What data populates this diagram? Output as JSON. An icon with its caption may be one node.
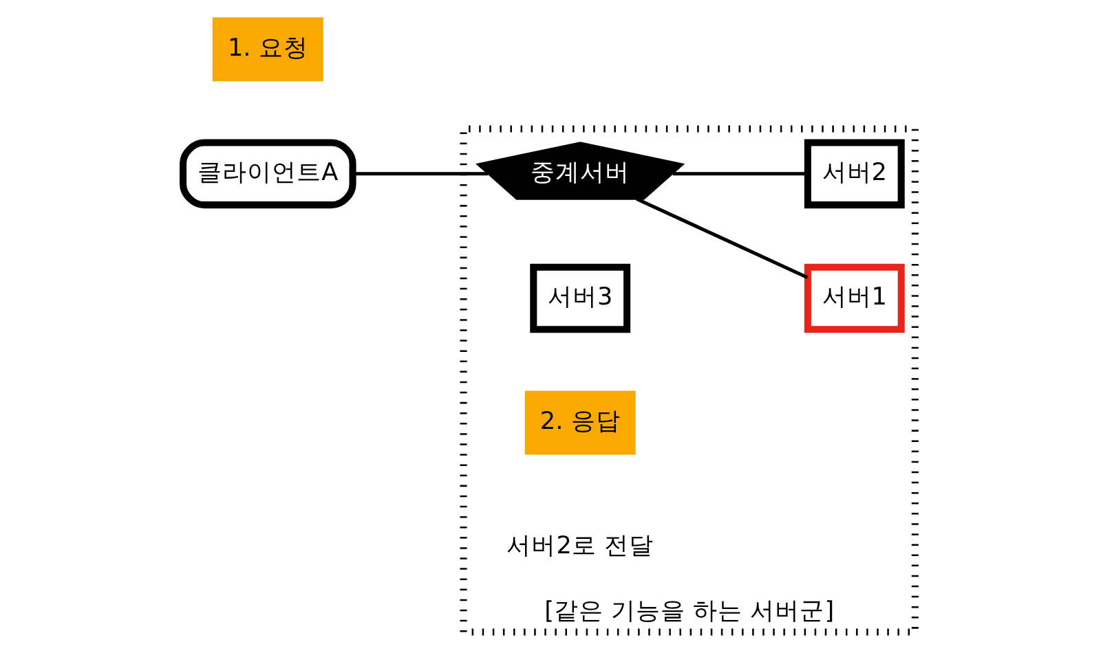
{
  "diagram": {
    "nodes": [
      {
        "text": [
          "클라이언트A"
        ]
      },
      {
        "text": [
          "[같은 기능을 하는 서버군]"
        ]
      },
      {
        "text": [
          "중계서버"
        ],
        "in": 1
      },
      {
        "text": [
          "서버1"
        ],
        "in": 1
      },
      {
        "text": [
          "서버2"
        ],
        "in": 1
      },
      {
        "text": [
          "서버3"
        ],
        "in": 1
      }
    ],
    "edges": [
      {
        "from": 0,
        "to": 2,
        "arrow": "none"
      },
      {
        "from": 2,
        "to": 3,
        "arrow": "none"
      },
      {
        "from": 2,
        "to": 4,
        "arrow": "none"
      }
    ],
    "labels": [
      "1. 요청",
      "2. 응답",
      "서버2로 전달"
    ]
  }
}
